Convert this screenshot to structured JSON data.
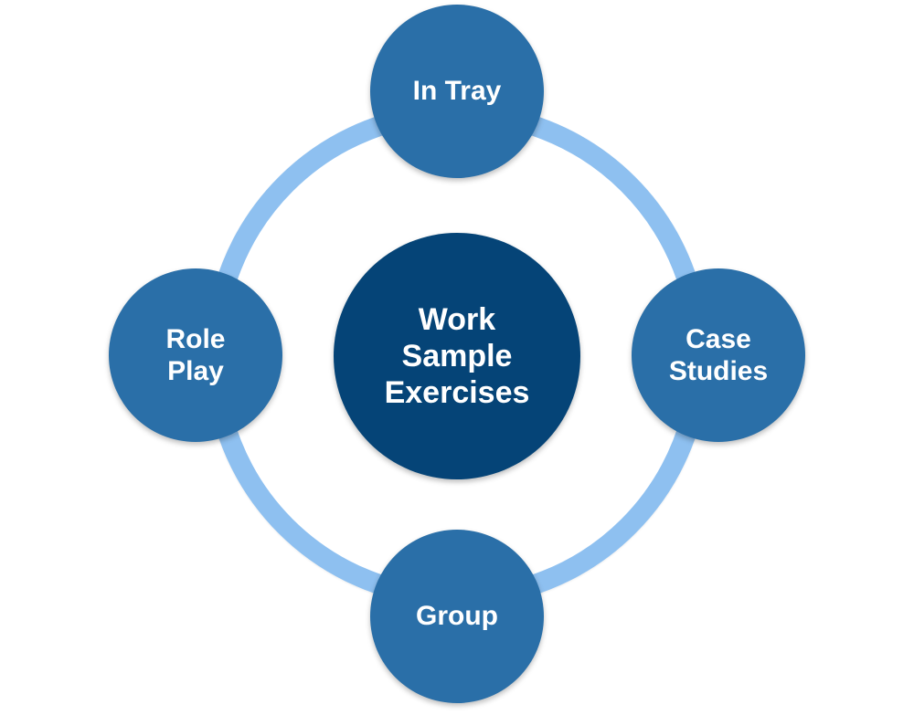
{
  "diagram": {
    "center": {
      "label": "Work\nSample\nExercises"
    },
    "nodes": {
      "top": {
        "label": "In Tray"
      },
      "right": {
        "label": "Case\nStudies"
      },
      "bottom": {
        "label": "Group"
      },
      "left": {
        "label": "Role\nPlay"
      }
    },
    "colors": {
      "ring": "#8ec0f0",
      "center_fill": "#054477",
      "node_fill": "#2a6fa8",
      "text": "#ffffff"
    }
  }
}
